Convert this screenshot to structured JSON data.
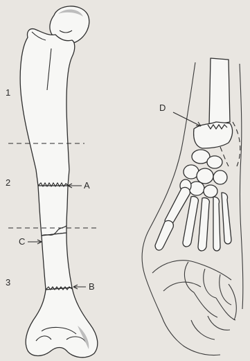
{
  "figure": {
    "zone_labels": [
      "1",
      "2",
      "3"
    ],
    "fracture_labels": [
      "A",
      "B",
      "C",
      "D"
    ]
  }
}
